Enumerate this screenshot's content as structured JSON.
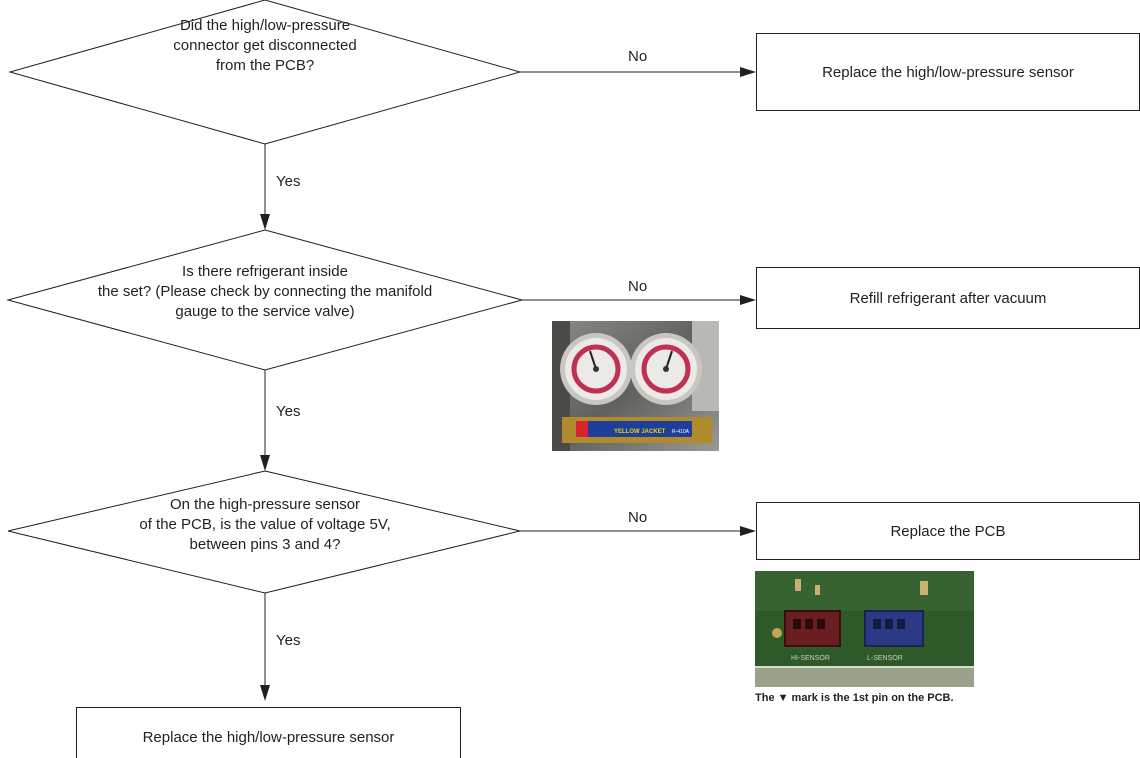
{
  "decisions": [
    {
      "lines": [
        "Did the high/low-pressure",
        "connector get disconnected",
        "from the PCB?"
      ]
    },
    {
      "lines": [
        "Is there refrigerant inside",
        "the set? (Please check by connecting the manifold",
        "gauge to the service valve)"
      ]
    },
    {
      "lines": [
        "On the high-pressure sensor",
        "of the PCB, is the value of voltage 5V,",
        "between pins 3 and 4?"
      ]
    }
  ],
  "actions": {
    "a1": "Replace the high/low-pressure sensor",
    "a2": "Refill refrigerant after vacuum",
    "a3": "Replace the PCB",
    "a4": "Replace the high/low-pressure sensor"
  },
  "edge_labels": {
    "no1": "No",
    "yes1": "Yes",
    "no2": "No",
    "yes2": "Yes",
    "no3": "No",
    "yes3": "Yes"
  },
  "photos": {
    "gauge": {
      "text": "YELLOW JACKET",
      "model": "R-410A"
    },
    "pcb": {
      "left_label": "HI-SENSOR",
      "right_label": "L-SENSOR"
    }
  },
  "caption": "The ▼ mark is the 1st pin on the PCB."
}
